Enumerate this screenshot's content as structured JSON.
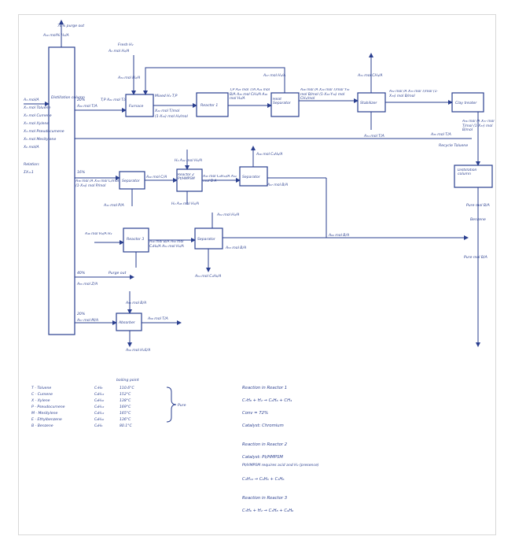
{
  "units": {
    "distillation": "Distillation column",
    "furnace": "Furnace",
    "reactor1": "Reactor 1",
    "heat_sep": "Heat Separator",
    "stabilizer": "Stabilizer",
    "clay": "Clay treater",
    "separator1": "Separator",
    "reactor2": "Reactor 2 Pt/HMPSM",
    "separator2": "Separator",
    "reactor3": "Reactor 3",
    "separator3": "Separator",
    "absorber": "Absorber",
    "dist2": "Distillation column"
  },
  "streams": {
    "purge_top": "70% purge out",
    "purge_top_comp": "A₁₀ mol% H₂/A",
    "fresh_h2": "Fresh H₂",
    "fresh_h2_comp": "A₂ mol H₂/A",
    "recycle_top": "A₃₄ mol H₂/A",
    "feed_title": "A₁ mol/A",
    "feed_x1": "X₁ mol Toluene",
    "feed_x2": "X₂ mol Cumene",
    "feed_x3": "X₃ mol Xylene",
    "feed_x4": "X₄ mol Pseudocumene",
    "feed_x5": "X₅ mol Mesitylene",
    "feed_x6": "X₆ mol/A",
    "relation_title": "Relation:",
    "relation": "ΣX=1",
    "pre_furn_pct": "20%",
    "pre_furn": "A₂₀ mol T/A",
    "to_furn": "T,P A₂₁ mol T/A",
    "furn_out": "Mixed H₂ T,P",
    "furn_out2": "X₂₂ mol T/mol",
    "furn_out3": "(1-X₂₂) mol H₂/mol",
    "react1_out": "T,P A₂₃ mol T/A A₂₄ mol B/A A₂₅ mol CH₄/A A₂₆ mol H₂/A",
    "hs_top": "A₂₇ mol H₂/A",
    "hs_out": "A₂₈ mol /A X₂₉ mol T/mol Y₃₀ mol B/mol (1-X₂₉-Y₃₀) mol CH₄/mol",
    "stab_top": "A₃₁ mol CH₄/A",
    "stab_out": "A₃₂ mol /A X₃₃ mol T/mol (1-X₃₃) mol B/mol",
    "stab_bottom": "A₃₄ mol T/A",
    "clay_out": "A₃₅ mol T/A",
    "recycle_toluene": "Recycle Toluene",
    "dist2_top": "A₃₆ mol /A X₃₇ mol T/mol (1-X₃₇) mol B/mol",
    "pure_b": "Pure mol B/A",
    "benzene": "Benzene",
    "pure_b2": "Pure mol B/A",
    "sep1_in_pct": "16%",
    "sep1_in": "A₃₈ mol /A X₃₉ mol C/mol (1-X₃₉) mol P/mol",
    "sep1_out": "A₄₀ mol C/A",
    "sep1_bottom": "A₄₁ mol P/A",
    "r2_top": "H₂ A₄₂ mol H₂/A",
    "r2_out": "A₄₃ mol C₆H₁₂/A A₄₄ mol B A",
    "r2_bottom": "H₂ A₄₅ mol H₂/A",
    "sep2_top": "A₄₆ mol C₂H₆/A",
    "sep2_out": "A₄₇ mol B/A",
    "r3_in": "A₄₈ mol H₂/A H₂",
    "r3_out": "A₄₉ mol B/A A₅₀ mol C₂H₆/A A₅₁ mol H₂/A",
    "r3_top": "A₅₂ mol H₂/A",
    "sep3_right": "A₅₃ mol B/A",
    "sep3_bottom": "A₅₄ mol C₂H₆/A",
    "purge2_pct": "40%",
    "purge2": "Purge out",
    "purge2_comp": "A₅₅ mol Z/A",
    "abs_top": "A₅₆ mol B/A",
    "abs_in_pct": "20%",
    "abs_in": "A₅₇ mol M/A",
    "abs_out": "A₅₈ mol T/A",
    "abs_bottom": "A₅₉ mol H₂S/A",
    "to_b": "A₆₀ mol B/A"
  },
  "legend": {
    "rows": [
      {
        "label": "T - Toluene",
        "formula": "C₇H₈",
        "bp": "110.6°C"
      },
      {
        "label": "C - Cumene",
        "formula": "C₉H₁₂",
        "bp": "152°C"
      },
      {
        "label": "X - Xylene",
        "formula": "C₈H₁₀",
        "bp": "138°C"
      },
      {
        "label": "P - Pseudocumene",
        "formula": "C₉H₁₂",
        "bp": "169°C"
      },
      {
        "label": "M - Mesitylene",
        "formula": "C₉H₁₂",
        "bp": "165°C"
      },
      {
        "label": "E - Ethylbenzene",
        "formula": "C₈H₁₀",
        "bp": "136°C"
      },
      {
        "label": "B - Benzene",
        "formula": "C₆H₆",
        "bp": "80.1°C"
      }
    ],
    "bp_header": "boiling point",
    "brace_note": "Pure"
  },
  "reactions": {
    "r1_title": "Reaction in Reactor 1",
    "r1_eq": "C₇H₈ + H₂ → C₆H₆ + CH₄",
    "r1_conv": "Conv = 72%",
    "r1_cat": "Catalyst: Chromium",
    "r2_title": "Reaction in Reactor 2",
    "r2_cat": "Catalyst: Pt/HMPSM",
    "r2_cond": "Pt/HMPSM requires acid and H₂ (presence)",
    "r2_eq": "C₉H₁₂ → C₆H₆ + C₃H₆",
    "r3_title": "Reaction in Reactor 3",
    "r3_eq": "C₃H₆ + H₂ → C₃H₈ + C₆H₆"
  }
}
